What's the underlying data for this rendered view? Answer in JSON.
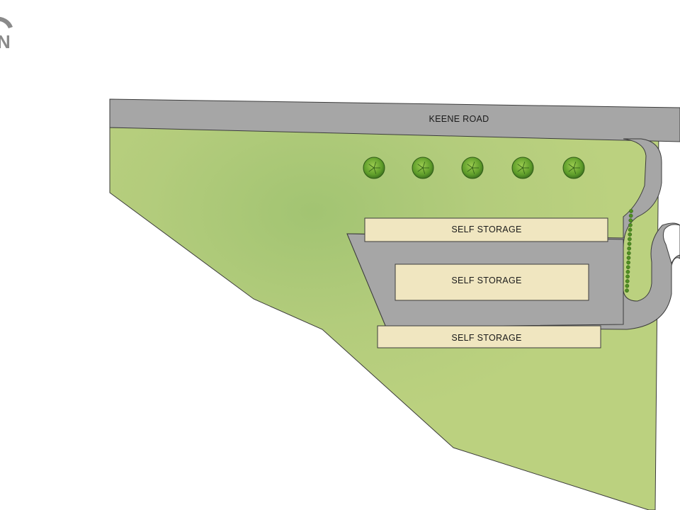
{
  "map": {
    "road_label": "KEENE ROAD",
    "buildings": [
      {
        "label": "SELF STORAGE"
      },
      {
        "label": "SELF STORAGE"
      },
      {
        "label": "SELF STORAGE"
      }
    ],
    "trees": [
      {
        "icon": "tree-icon"
      },
      {
        "icon": "tree-icon"
      },
      {
        "icon": "tree-icon"
      },
      {
        "icon": "tree-icon"
      },
      {
        "icon": "tree-icon"
      }
    ],
    "shrub_row": {
      "icon": "shrub-icon",
      "count": 18
    },
    "north_arrow": {
      "icon": "north-arrow-icon",
      "letter": "N"
    },
    "colors": {
      "lawn": "#b7cd7a",
      "lawn_center": "#a2c472",
      "pavement": "#a6a6a6",
      "building": "#f0e6c0",
      "tree": "#5f9e2a",
      "outline": "#3c3c3c"
    }
  }
}
